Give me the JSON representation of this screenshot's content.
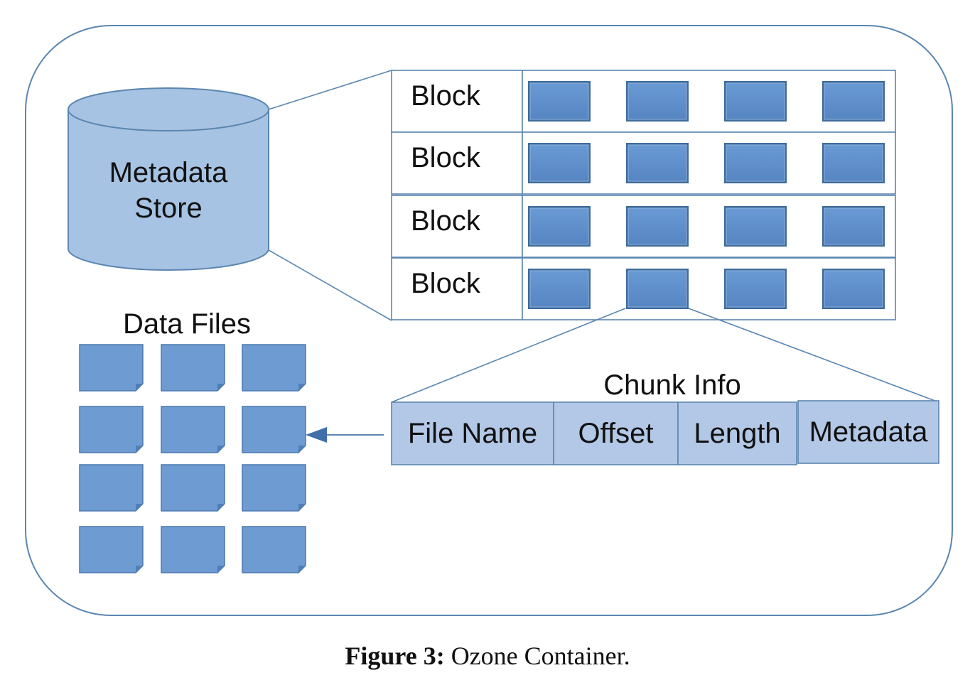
{
  "metadata_store": {
    "line1": "Metadata",
    "line2": "Store"
  },
  "blocks": [
    {
      "label": "Block"
    },
    {
      "label": "Block"
    },
    {
      "label": "Block"
    },
    {
      "label": "Block"
    }
  ],
  "chunks_per_block": 4,
  "data_files": {
    "title": "Data Files",
    "rows": 4,
    "cols": 3
  },
  "chunk_info": {
    "title": "Chunk Info",
    "fields": [
      "File Name",
      "Offset",
      "Length",
      "Metadata"
    ]
  },
  "caption": {
    "label": "Figure 3:",
    "text": "Ozone Container."
  },
  "colors": {
    "container_stroke": "#5b86b0",
    "chunk_fill": "#5b8ccb",
    "chunk_border": "#3f6c9a",
    "file_fill": "#6e9bd2",
    "cylinder_fill": "#a7c3e3",
    "field_fill": "#b3c8e6",
    "arrow": "#3e6fa8"
  }
}
